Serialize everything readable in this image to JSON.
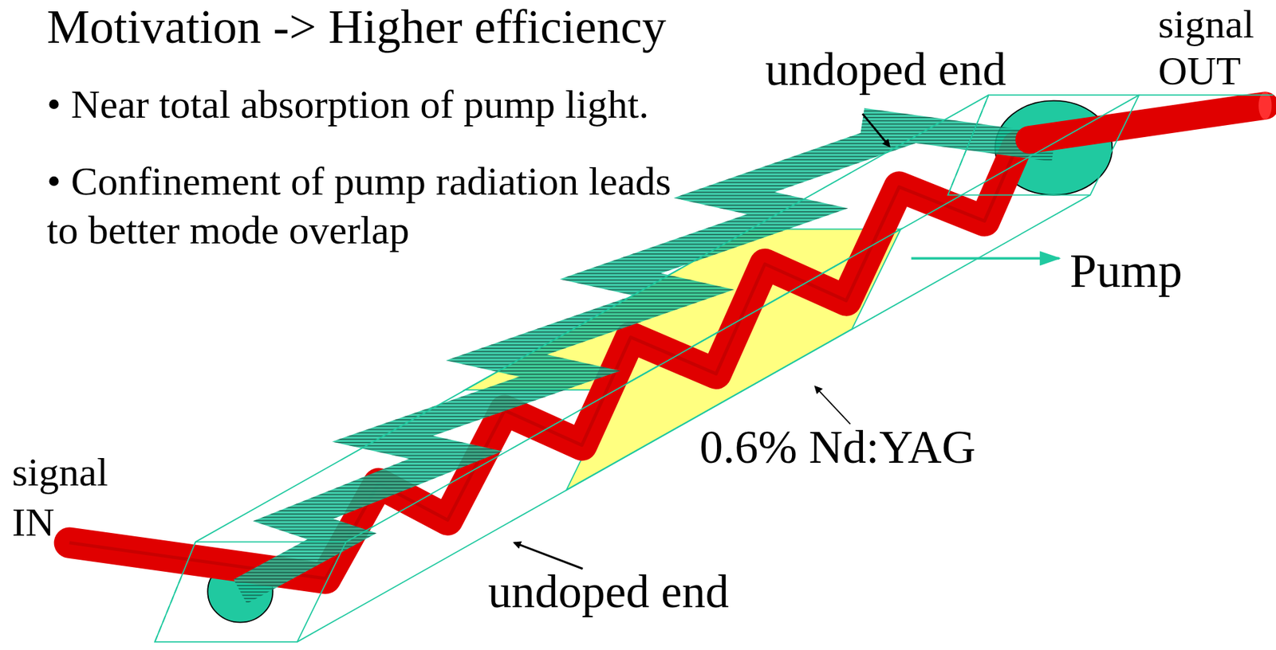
{
  "diagram": {
    "title": "Motivation -> Higher efficiency",
    "labels": [
      "• Near total absorption of pump light.",
      "• Confinement of pump radiation leads to better mode overlap",
      "signal OUT",
      "undoped end",
      "Pump",
      "0.6% Nd:YAG",
      "signal IN",
      "undoped end"
    ]
  }
}
